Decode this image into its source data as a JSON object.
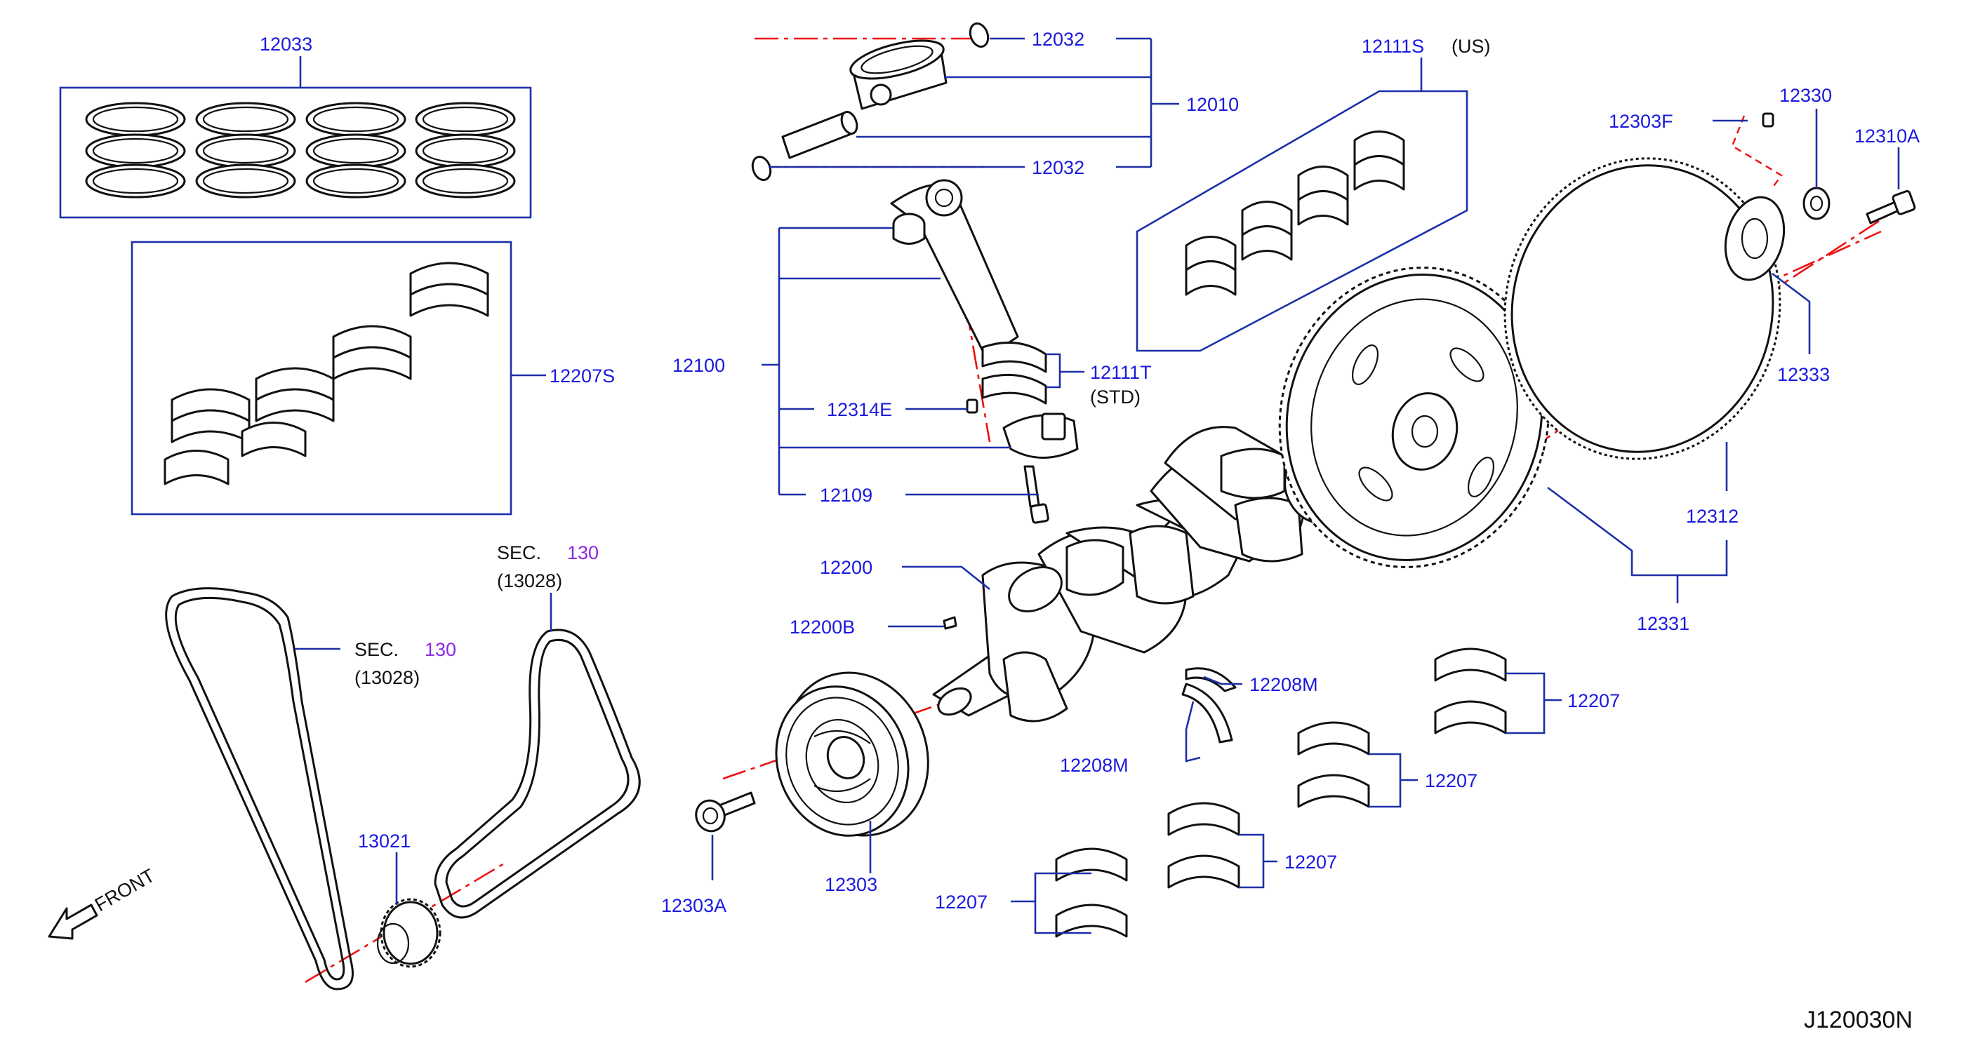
{
  "figure_code": "J120030N",
  "direction_label": "FRONT",
  "colors": {
    "callout": "#1a1ae0",
    "leader": "#1c2fa8",
    "centerline": "#ee1111",
    "section_ref": "#8a2be2",
    "outline": "#111111"
  },
  "callouts": {
    "c12033": "12033",
    "c12207S": "12207S",
    "c12032_top": "12032",
    "c12032_bot": "12032",
    "c12010": "12010",
    "c12111S": "12111S",
    "c12111S_note": "(US)",
    "c12100": "12100",
    "c12111T": "12111T",
    "c12111T_note": "(STD)",
    "c12314E": "12314E",
    "c12109": "12109",
    "c12200": "12200",
    "c12200B": "12200B",
    "c12208M_a": "12208M",
    "c12208M_b": "12208M",
    "c12207_a": "12207",
    "c12207_b": "12207",
    "c12207_c": "12207",
    "c12207_d": "12207",
    "c12303": "12303",
    "c12303A": "12303A",
    "c13021": "13021",
    "c12303F": "12303F",
    "c12330": "12330",
    "c12310A": "12310A",
    "c12333": "12333",
    "c12312": "12312",
    "c12331": "12331"
  },
  "section_refs": [
    {
      "prefix": "SEC.",
      "number": "130",
      "sub": "(13028)"
    },
    {
      "prefix": "SEC.",
      "number": "130",
      "sub": "(13028)"
    }
  ]
}
